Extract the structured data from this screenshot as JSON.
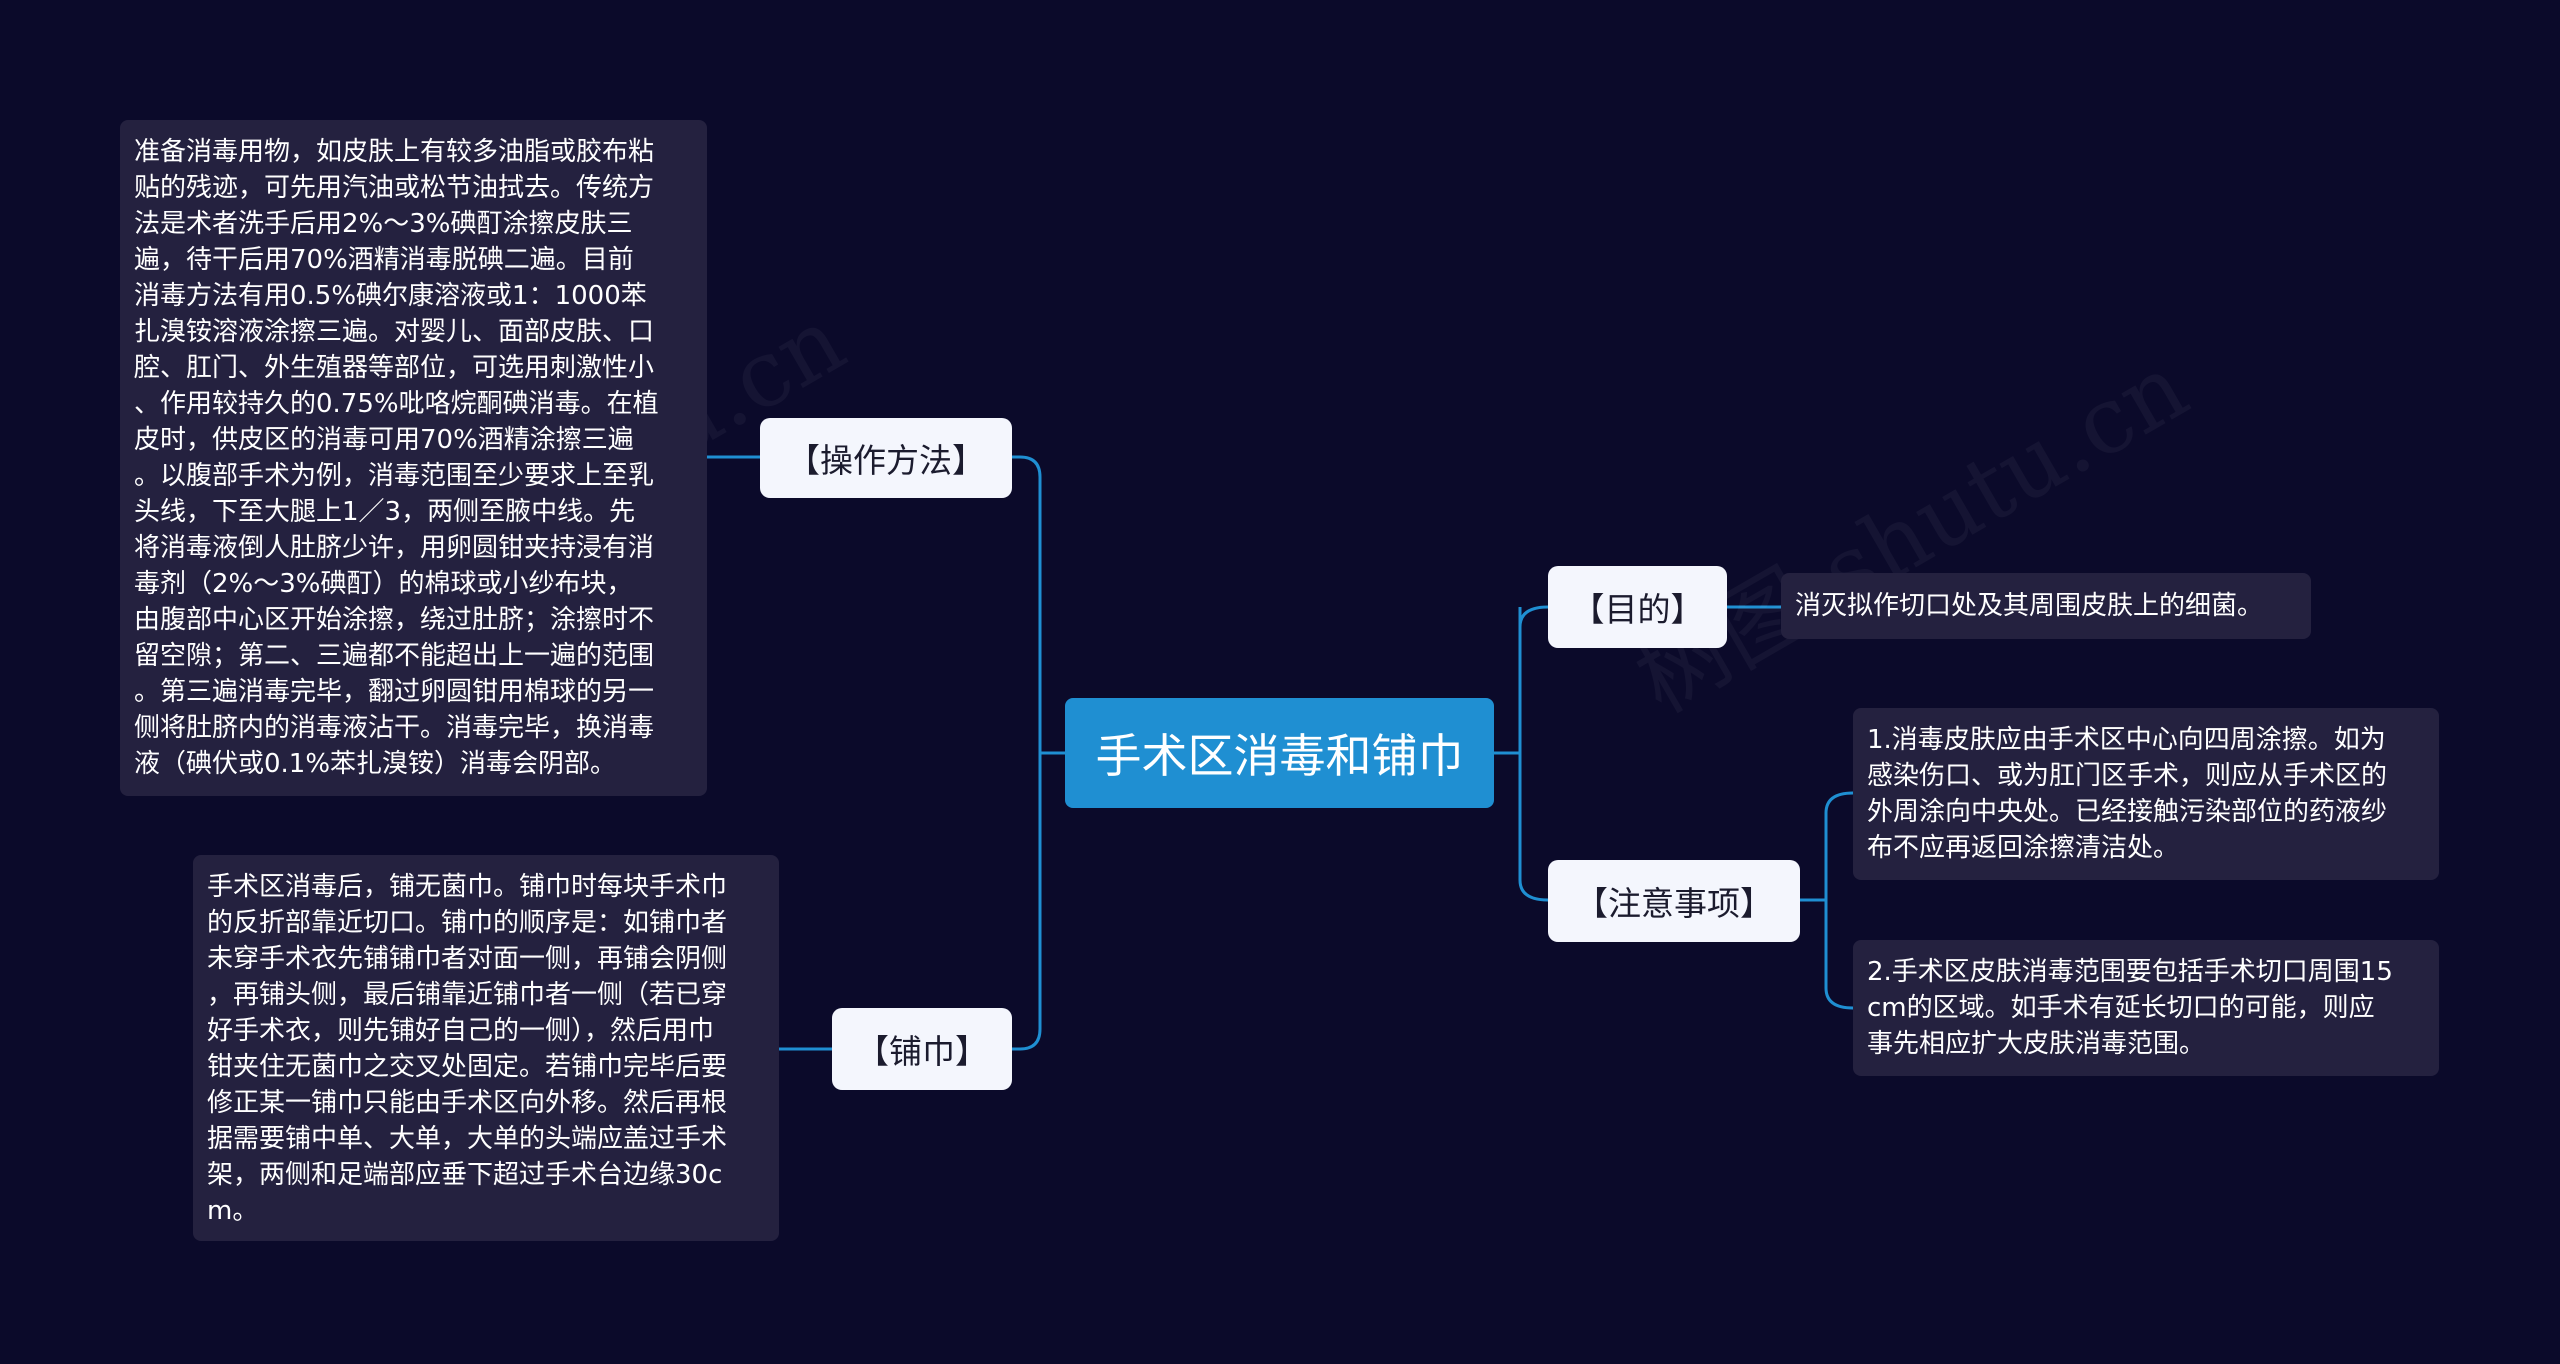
{
  "center": {
    "title": "手术区消毒和铺巾"
  },
  "branches": {
    "method": {
      "label": "【操作方法】",
      "lines": [
        "准备消毒用物，如皮肤上有较多油脂或胶布粘",
        "贴的残迹，可先用汽油或松节油拭去。传统方",
        "法是术者洗手后用2%～3%碘酊涂擦皮肤三",
        "遍，待干后用70%酒精消毒脱碘二遍。目前",
        "消毒方法有用0.5%碘尔康溶液或1：1000苯",
        "扎溴铵溶液涂擦三遍。对婴儿、面部皮肤、口",
        "腔、肛门、外生殖器等部位，可选用刺激性小",
        "、作用较持久的0.75%吡咯烷酮碘消毒。在植",
        "皮时，供皮区的消毒可用70%酒精涂擦三遍",
        "。以腹部手术为例，消毒范围至少要求上至乳",
        "头线，下至大腿上1／3，两侧至腋中线。先",
        "将消毒液倒人肚脐少许，用卵圆钳夹持浸有消",
        "毒剂（2%～3%碘酊）的棉球或小纱布块，",
        "由腹部中心区开始涂擦，绕过肚脐；涂擦时不",
        "留空隙；第二、三遍都不能超出上一遍的范围",
        "。第三遍消毒完毕，翻过卵圆钳用棉球的另一",
        "侧将肚脐内的消毒液沾干。消毒完毕，换消毒",
        "液（碘伏或0.1%苯扎溴铵）消毒会阴部。"
      ]
    },
    "drape": {
      "label": "【铺巾】",
      "lines": [
        "手术区消毒后，铺无菌巾。铺巾时每块手术巾",
        "的反折部靠近切口。铺巾的顺序是：如铺巾者",
        "未穿手术衣先铺铺巾者对面一侧，再铺会阴侧",
        "，再铺头侧，最后铺靠近铺巾者一侧（若已穿",
        "好手术衣，则先铺好自己的一侧），然后用巾",
        "钳夹住无菌巾之交叉处固定。若铺巾完毕后要",
        "修正某一铺巾只能由手术区向外移。然后再根",
        "据需要铺中单、大单，大单的头端应盖过手术",
        "架，两侧和足端部应垂下超过手术台边缘30c",
        "m。"
      ]
    },
    "purpose": {
      "label": "【目的】",
      "text": "消灭拟作切口处及其周围皮肤上的细菌。"
    },
    "notes": {
      "label": "【注意事项】",
      "items": [
        {
          "lines": [
            "1.消毒皮肤应由手术区中心向四周涂擦。如为",
            "感染伤口、或为肛门区手术，则应从手术区的",
            "外周涂向中央处。已经接触污染部位的药液纱",
            "布不应再返回涂擦清洁处。"
          ]
        },
        {
          "lines": [
            "2.手术区皮肤消毒范围要包括手术切口周围15",
            "cm的区域。如手术有延长切口的可能，则应",
            "事先相应扩大皮肤消毒范围。"
          ]
        }
      ]
    }
  },
  "colors": {
    "background": "#0b0a2a",
    "center": "#1f8fd2",
    "connector": "#1f8fd2",
    "branch_box": "#f4f6fd",
    "leaf_box": "#24213f"
  }
}
